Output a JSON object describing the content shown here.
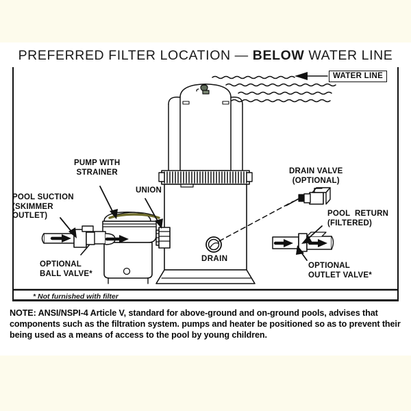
{
  "title": {
    "prefix": "PREFERRED FILTER LOCATION ",
    "dash": "— ",
    "emphasis": "BELOW",
    "suffix": " WATER LINE"
  },
  "diagram": {
    "water_line_label": "WATER LINE",
    "labels": {
      "pump_with_strainer": "PUMP WITH\nSTRAINER",
      "pool_suction": "POOL SUCTION\n(SKIMMER\nOUTLET)",
      "union": "UNION",
      "optional_ball_valve": "OPTIONAL\nBALL VALVE*",
      "drain": "DRAIN",
      "drain_valve": "DRAIN VALVE\n(OPTIONAL)",
      "pool_return": "POOL  RETURN\n(FILTERED)",
      "optional_outlet_valve": "OPTIONAL\nOUTLET VALVE*"
    },
    "footnote": "* Not furnished with filter"
  },
  "note": {
    "lead": "NOTE:",
    "body": " ANSI/NSPI-4 Article V, standard for above-ground and on-ground pools, advises that components such as the filtration system. pumps and heater be positioned so as to prevent their being used as a means of access to the pool by young children."
  },
  "colors": {
    "page_background": "#fdfbec",
    "sheet_background": "#ffffff",
    "ink": "#111111",
    "strainer_lid": "#6e6b2a"
  }
}
